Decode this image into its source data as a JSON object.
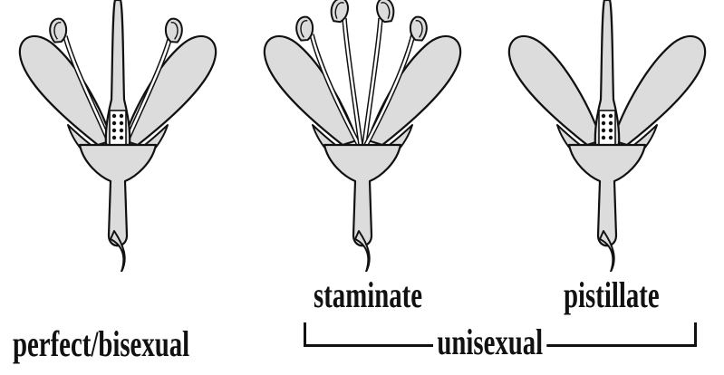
{
  "labels": {
    "perfect": "perfect/bisexual",
    "staminate": "staminate",
    "pistillate": "pistillate",
    "unisexual": "unisexual"
  },
  "colors": {
    "petal_fill": "#dcdcdc",
    "outline": "#111111",
    "background": "#ffffff"
  }
}
